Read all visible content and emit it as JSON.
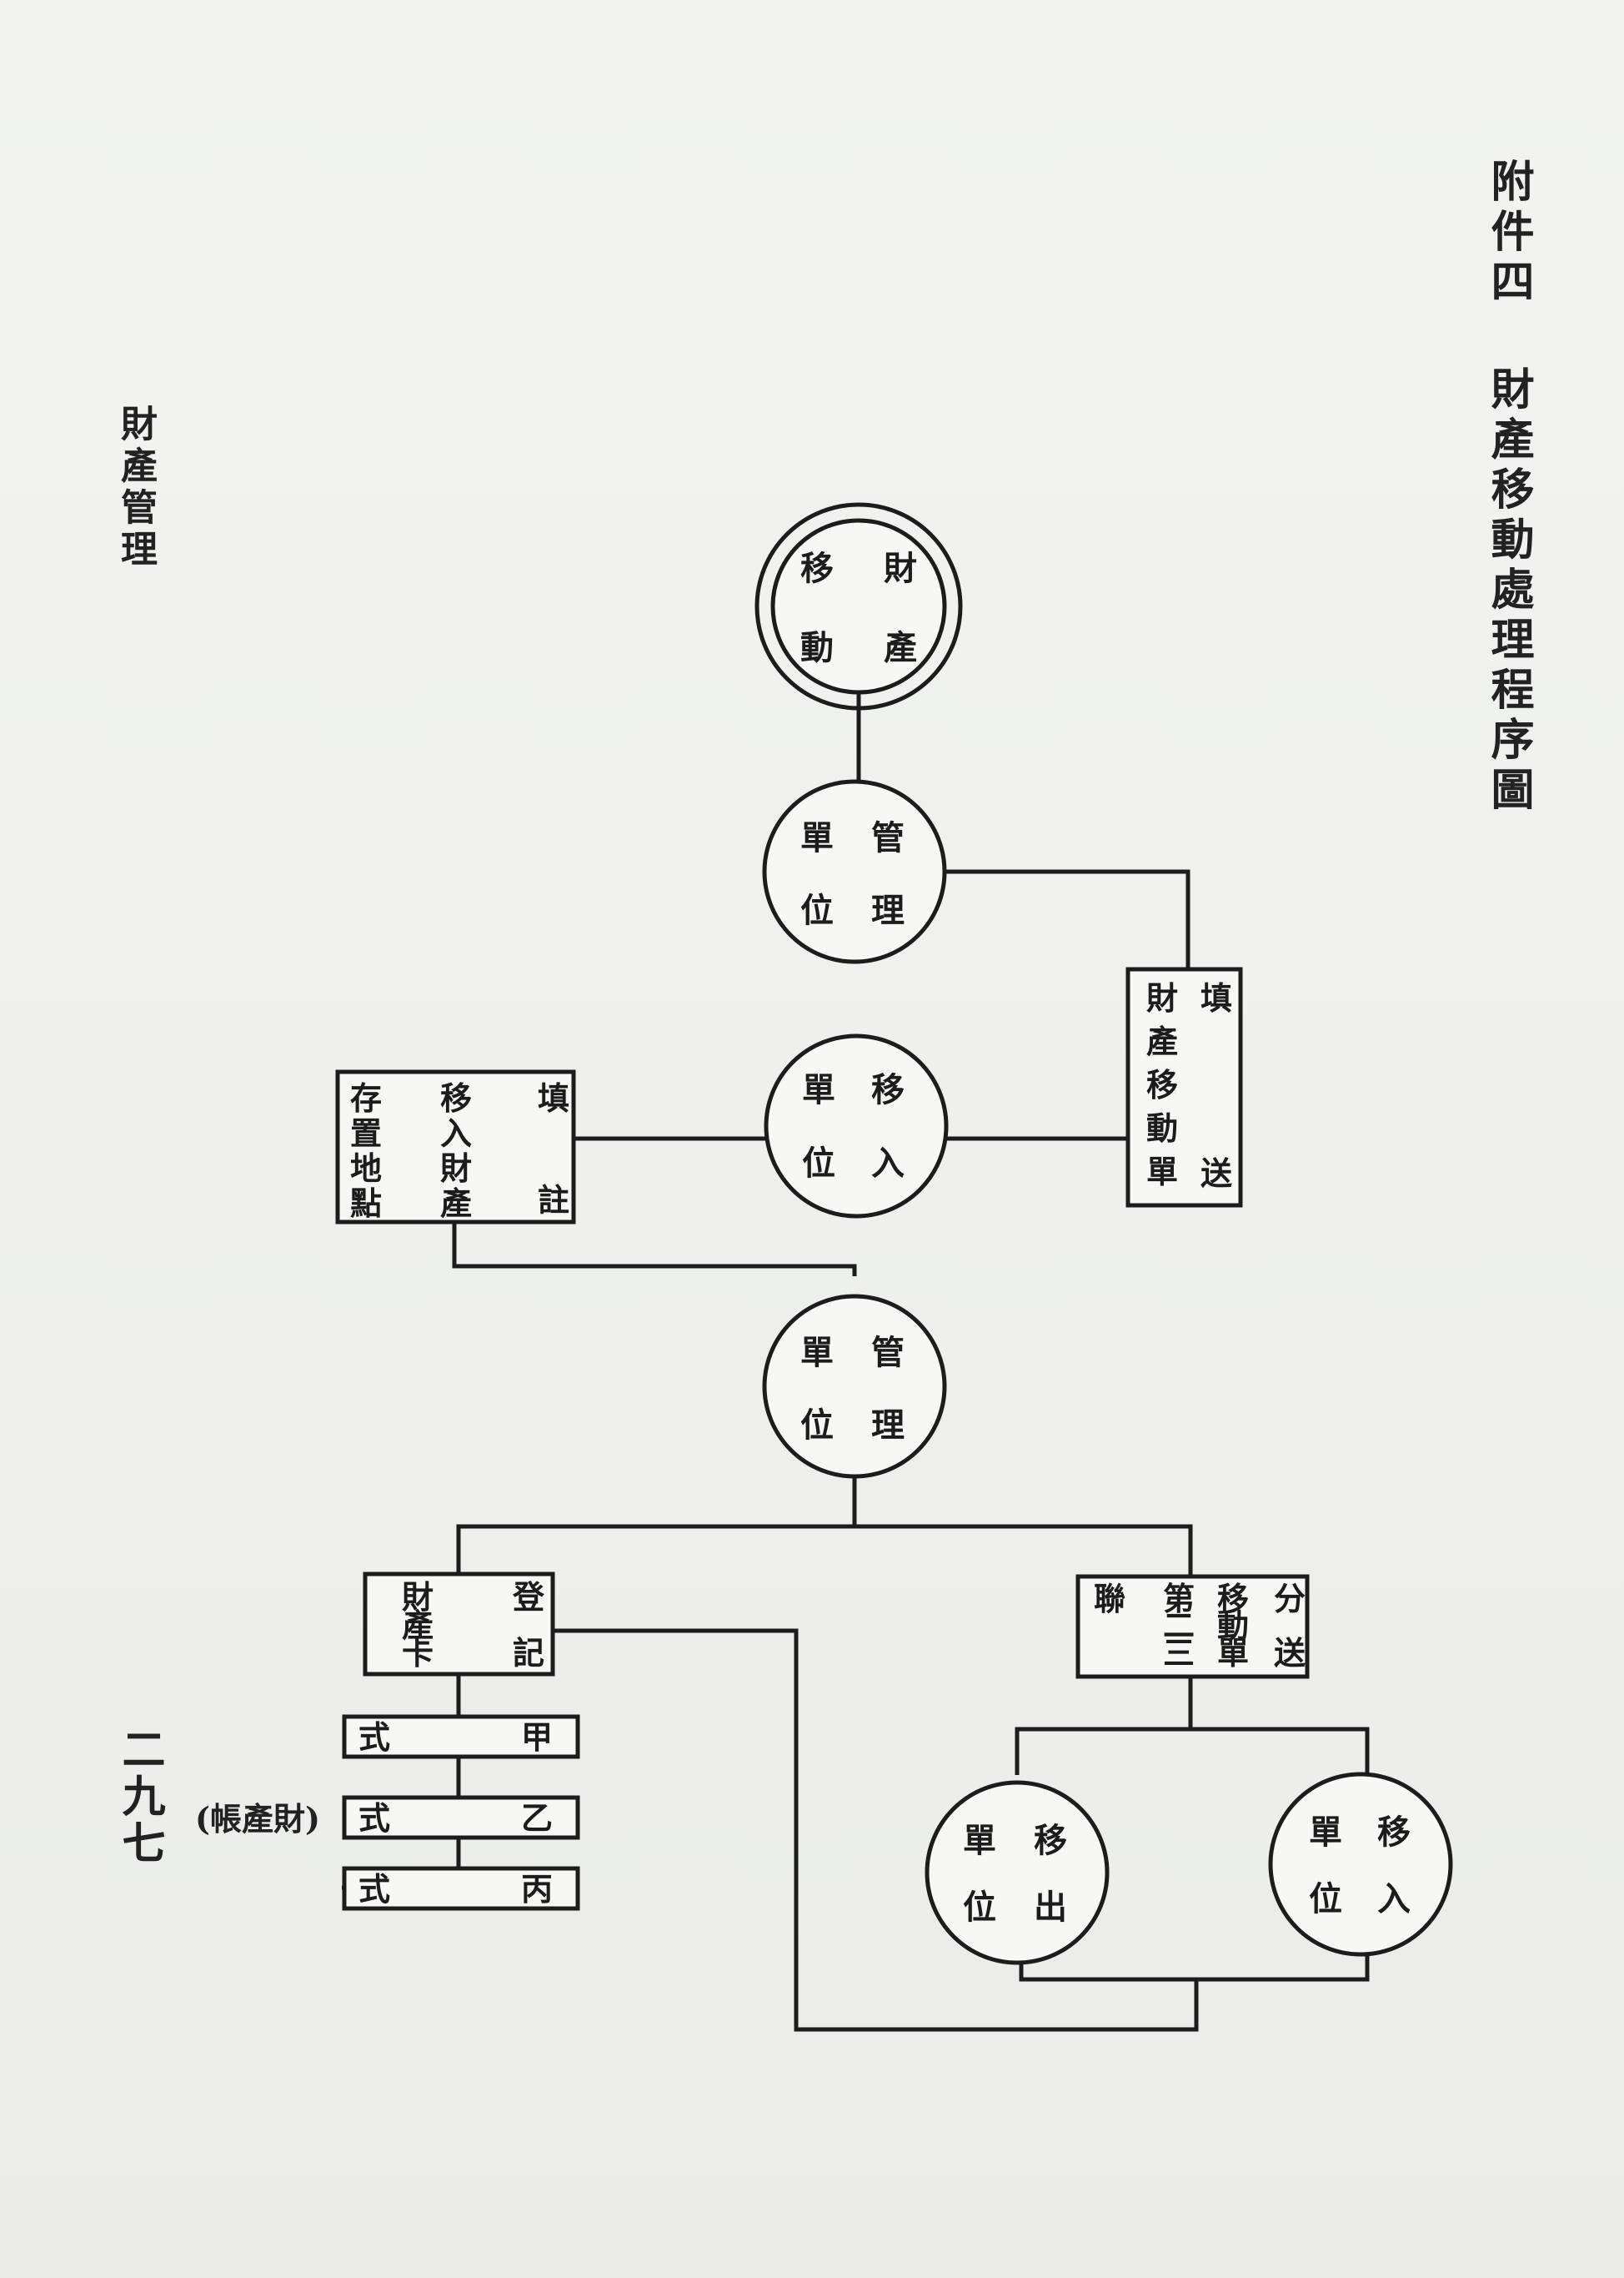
{
  "page": {
    "title": "附件四 財產移動處理程序圖",
    "header": "財產管理",
    "page_number": "二九七",
    "side_label": "(帳產財)"
  },
  "diagram": {
    "nodes": {
      "property_movement": {
        "shape": "double-circle",
        "right_col": "財產",
        "left_col": "移動"
      },
      "mgmt_unit_1": {
        "shape": "circle",
        "right_col": "管理",
        "left_col": "單位"
      },
      "fill_transfer_form": {
        "shape": "box",
        "columns": [
          "填送",
          "財產移動單"
        ]
      },
      "receiving_unit_1": {
        "shape": "circle",
        "right_col": "移入",
        "left_col": "單位"
      },
      "fill_transfer_note": {
        "shape": "box",
        "columns": [
          "填註",
          "移入財產",
          "存置地點"
        ]
      },
      "mgmt_unit_2": {
        "shape": "circle",
        "right_col": "管理",
        "left_col": "單位"
      },
      "distribute_copies": {
        "shape": "box",
        "columns": [
          "分送",
          "移動單",
          "第二三",
          "聯"
        ]
      },
      "register_card": {
        "shape": "box",
        "columns": [
          "登記",
          "財產卡"
        ]
      },
      "form_a": {
        "shape": "box",
        "columns": [
          "甲式"
        ]
      },
      "form_b": {
        "shape": "box",
        "columns": [
          "乙式"
        ]
      },
      "form_c": {
        "shape": "box",
        "columns": [
          "丙式"
        ]
      },
      "receiving_unit_2": {
        "shape": "circle",
        "right_col": "移入",
        "left_col": "單位"
      },
      "sending_unit": {
        "shape": "circle",
        "right_col": "移出",
        "left_col": "單位"
      }
    }
  }
}
